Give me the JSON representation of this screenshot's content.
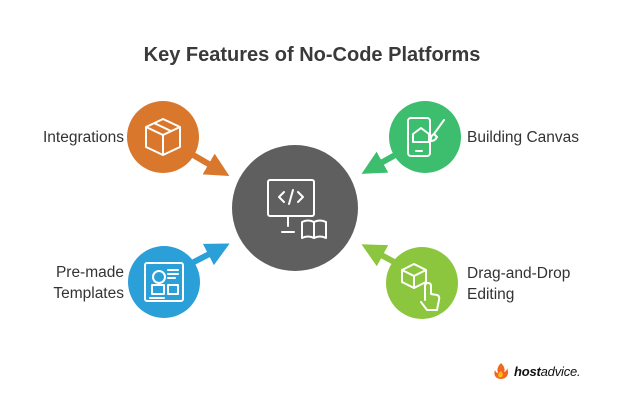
{
  "title": "Key Features of No-Code Platforms",
  "features": {
    "integrations": {
      "label": "Integrations",
      "color": "#D9782D",
      "icon": "cube-icon"
    },
    "building_canvas": {
      "label": "Building Canvas",
      "color": "#3DBE6E",
      "icon": "phone-paintbrush-icon"
    },
    "templates": {
      "label_line1": "Pre-made",
      "label_line2": "Templates",
      "color": "#2A9FD8",
      "icon": "template-layout-icon"
    },
    "drag_drop": {
      "label_line1": "Drag-and-Drop",
      "label_line2": "Editing",
      "color": "#8CC63F",
      "icon": "cube-hand-icon"
    }
  },
  "center": {
    "color": "#5F5F5F",
    "icon": "code-monitor-book-icon"
  },
  "brand": {
    "name_bold": "host",
    "name_light": "advice."
  }
}
